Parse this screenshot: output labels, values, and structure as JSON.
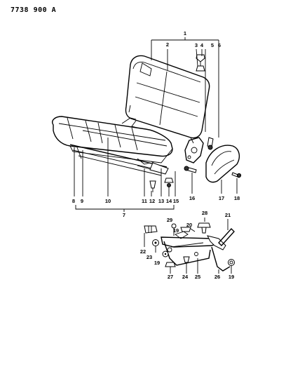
{
  "document_code": "7738  900 A",
  "callouts": {
    "c1": "1",
    "c2": "2",
    "c3": "3",
    "c4": "4",
    "c5": "5",
    "c6": "6",
    "c7": "7",
    "c8": "8",
    "c9": "9",
    "c10": "10",
    "c11": "11",
    "c12": "12",
    "c13": "13",
    "c14": "14",
    "c15": "15",
    "c16": "16",
    "c17": "17",
    "c18": "18",
    "c19a": "19",
    "c19b": "19",
    "c19c": "19",
    "c20": "20",
    "c21": "21",
    "c22": "22",
    "c23": "23",
    "c24": "24",
    "c25": "25",
    "c26": "26",
    "c27": "27",
    "c28": "28",
    "c29": "29"
  }
}
